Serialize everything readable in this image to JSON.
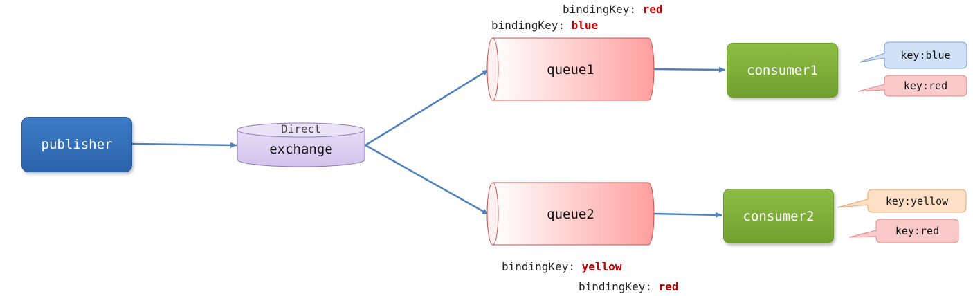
{
  "diagram": {
    "publisher": {
      "label": "publisher"
    },
    "exchange": {
      "type_label": "Direct",
      "label": "exchange"
    },
    "queue1": {
      "label": "queue1",
      "bindings": [
        {
          "prefix": "bindingKey:",
          "key": "red"
        },
        {
          "prefix": "bindingKey:",
          "key": "blue"
        }
      ]
    },
    "queue2": {
      "label": "queue2",
      "bindings": [
        {
          "prefix": "bindingKey:",
          "key": "yellow"
        },
        {
          "prefix": "bindingKey:",
          "key": "red"
        }
      ]
    },
    "consumer1": {
      "label": "consumer1",
      "messages": [
        {
          "text": "key:blue",
          "color": "#cfe0f7"
        },
        {
          "text": "key:red",
          "color": "#f9c9c9"
        }
      ]
    },
    "consumer2": {
      "label": "consumer2",
      "messages": [
        {
          "text": "key:yellow",
          "color": "#fde0c5"
        },
        {
          "text": "key:red",
          "color": "#f9c9c9"
        }
      ]
    }
  },
  "colors": {
    "publisher": "#2f6bb4",
    "exchange": "#dccff0",
    "queue": "#ff9e9e",
    "consumer": "#7cac37",
    "arrow": "#4e81bd",
    "binding_key": "#c00000"
  }
}
